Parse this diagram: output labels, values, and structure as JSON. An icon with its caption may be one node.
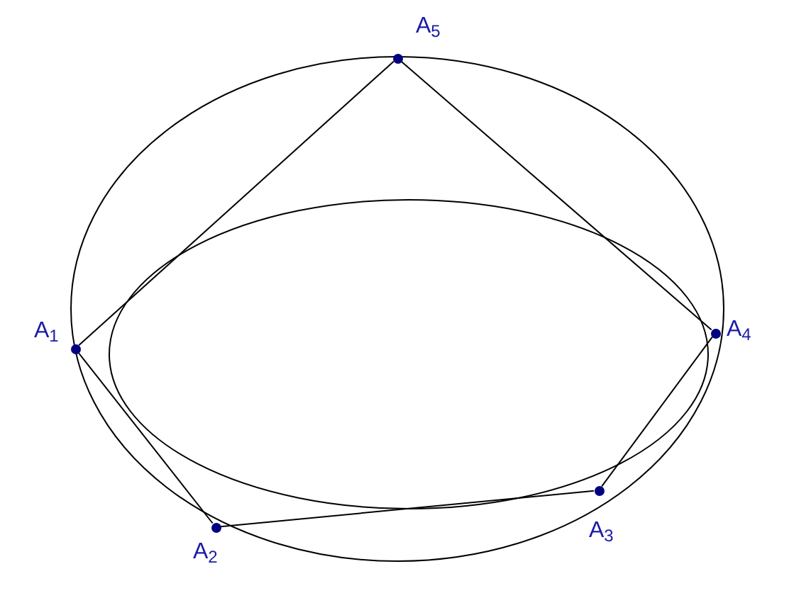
{
  "diagram": {
    "nodes": [
      {
        "text": [],
        "shape": "circle",
        "beside": [
          "A$_{1}$"
        ]
      },
      {
        "text": [],
        "shape": "circle",
        "beside": [
          "A$_{2}$"
        ]
      },
      {
        "text": [],
        "shape": "circle",
        "beside": [
          "A$_{3}$"
        ]
      },
      {
        "text": [],
        "shape": "circle",
        "beside": [
          "A$_{4}$"
        ]
      },
      {
        "text": [],
        "shape": "circle",
        "beside": [
          "A$_{5}$"
        ]
      }
    ],
    "edges": [
      {
        "from": 0,
        "to": 1,
        "arrow": "none"
      },
      {
        "from": 1,
        "to": 2,
        "arrow": "none"
      },
      {
        "from": 2,
        "to": 3,
        "arrow": "none"
      },
      {
        "from": 3,
        "to": 4,
        "arrow": "none"
      },
      {
        "from": 4,
        "to": 0,
        "arrow": "none"
      }
    ]
  }
}
